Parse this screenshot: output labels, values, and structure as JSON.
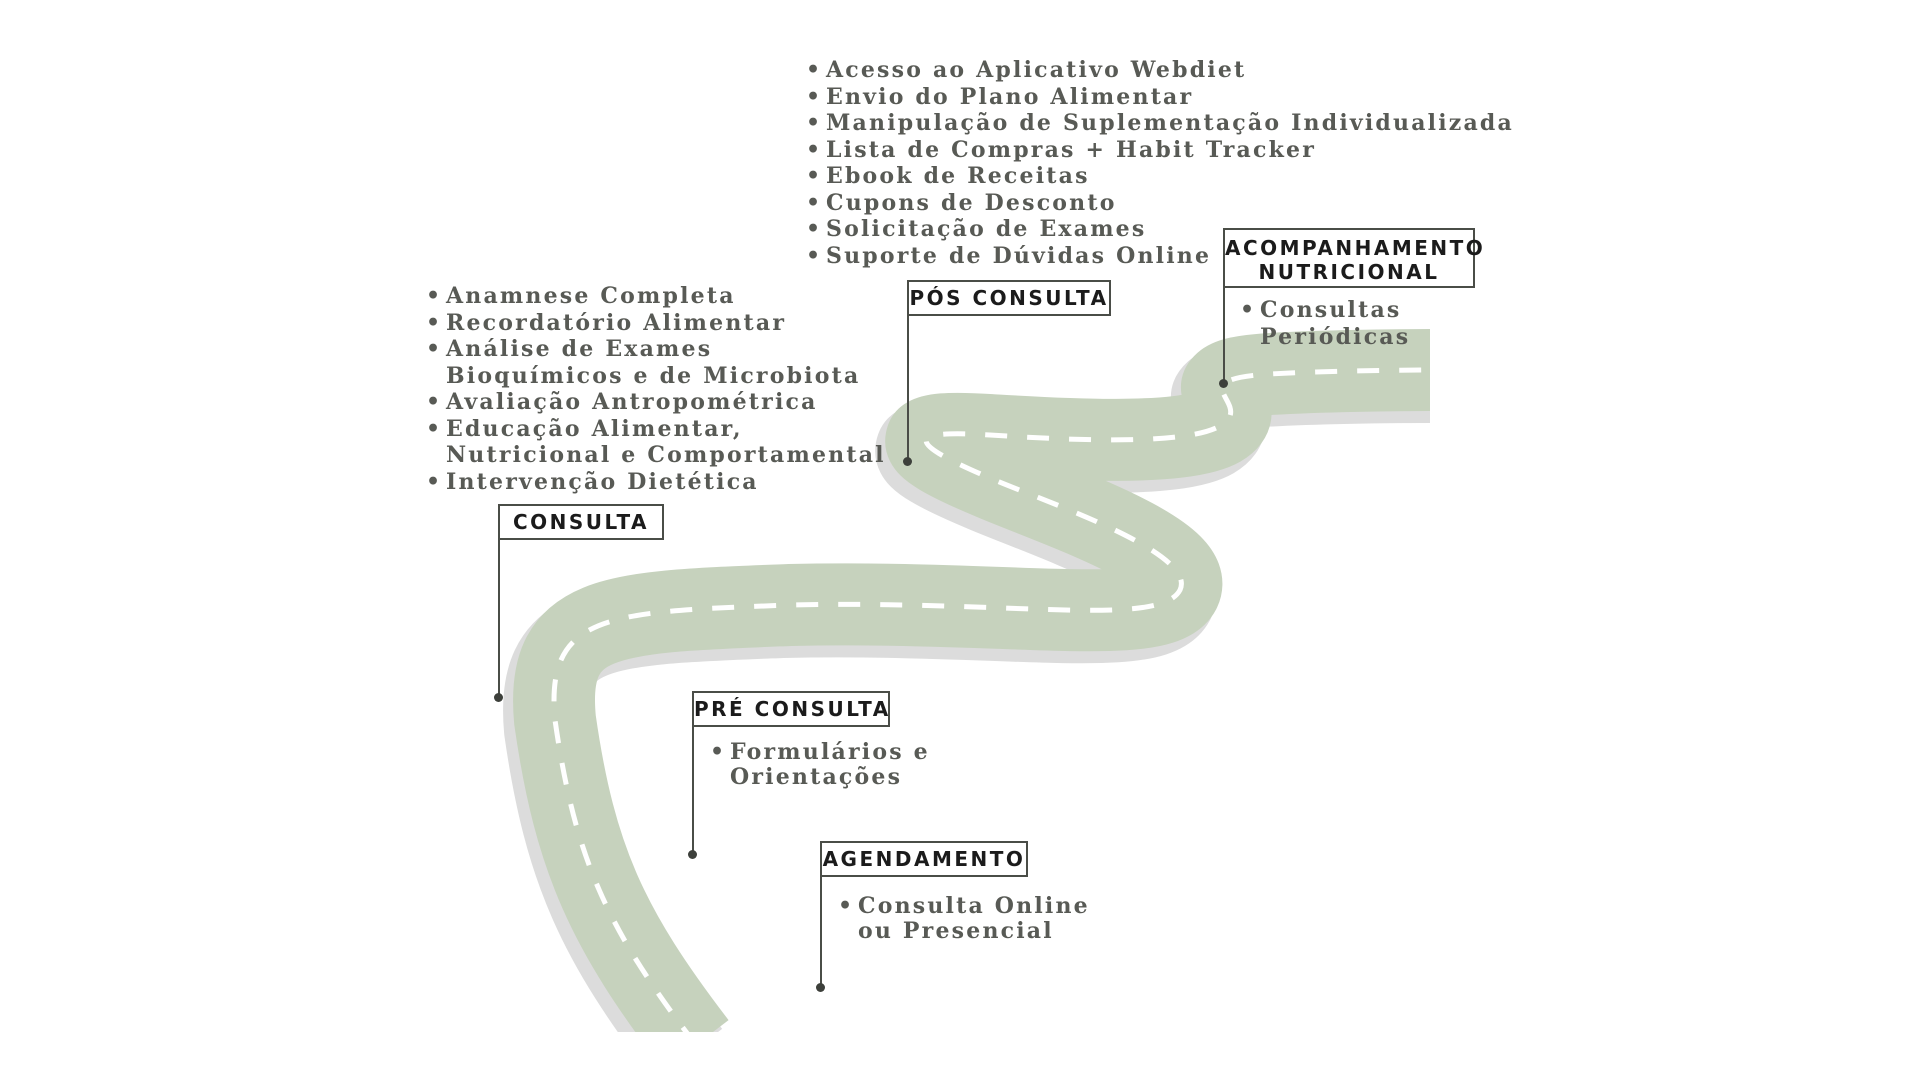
{
  "colors": {
    "road": "#c6d2bd",
    "road_shadow": "#dcdcdc",
    "road_stripe": "#ffffff",
    "label_border": "#4a4d47",
    "text": "#585a55"
  },
  "stages": [
    {
      "id": "agendamento",
      "label_lines": [
        "AGENDAMENTO"
      ],
      "items": [
        "Consulta Online ou Presencial"
      ]
    },
    {
      "id": "pre-consulta",
      "label_lines": [
        "PRÉ CONSULTA"
      ],
      "items": [
        "Formulários e Orientações"
      ]
    },
    {
      "id": "consulta",
      "label_lines": [
        "CONSULTA"
      ],
      "items": [
        "Anamnese Completa",
        "Recordatório Alimentar",
        "Análise de Exames Bioquímicos e de Microbiota",
        "Avaliação Antropométrica",
        "Educação Alimentar, Nutricional e Comportamental",
        "Intervenção Dietética"
      ]
    },
    {
      "id": "pos-consulta",
      "label_lines": [
        "PÓS CONSULTA"
      ],
      "items": [
        "Acesso ao Aplicativo Webdiet",
        "Envio do Plano Alimentar",
        "Manipulação de Suplementação Individualizada",
        "Lista de Compras + Habit Tracker",
        "Ebook de Receitas",
        "Cupons de Desconto",
        "Solicitação de Exames",
        "Suporte de Dúvidas Online"
      ]
    },
    {
      "id": "acompanhamento",
      "label_lines": [
        "ACOMPANHAMENTO",
        "NUTRICIONAL"
      ],
      "items": [
        "Consultas Periódicas"
      ]
    }
  ]
}
